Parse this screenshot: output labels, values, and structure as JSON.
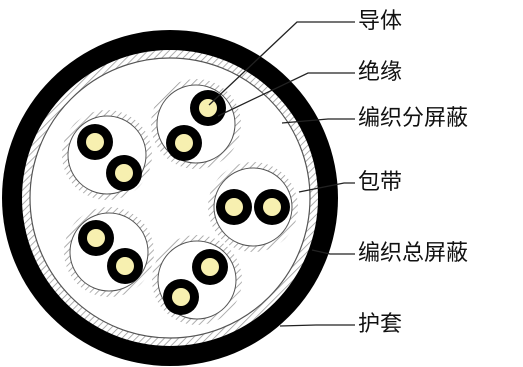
{
  "diagram": {
    "labels": {
      "conductor": "导体",
      "insulation": "绝缘",
      "pair_braid_shield": "编织分屏蔽",
      "tape": "包带",
      "overall_braid_shield": "编织总屏蔽",
      "jacket": "护套"
    },
    "colors": {
      "jacket": "#000000",
      "hatch_stroke": "#9a9a9a",
      "conductor_fill": "#f7f0b0",
      "insulation_fill": "#000000",
      "background": "#ffffff",
      "leader_line": "#222222"
    }
  }
}
